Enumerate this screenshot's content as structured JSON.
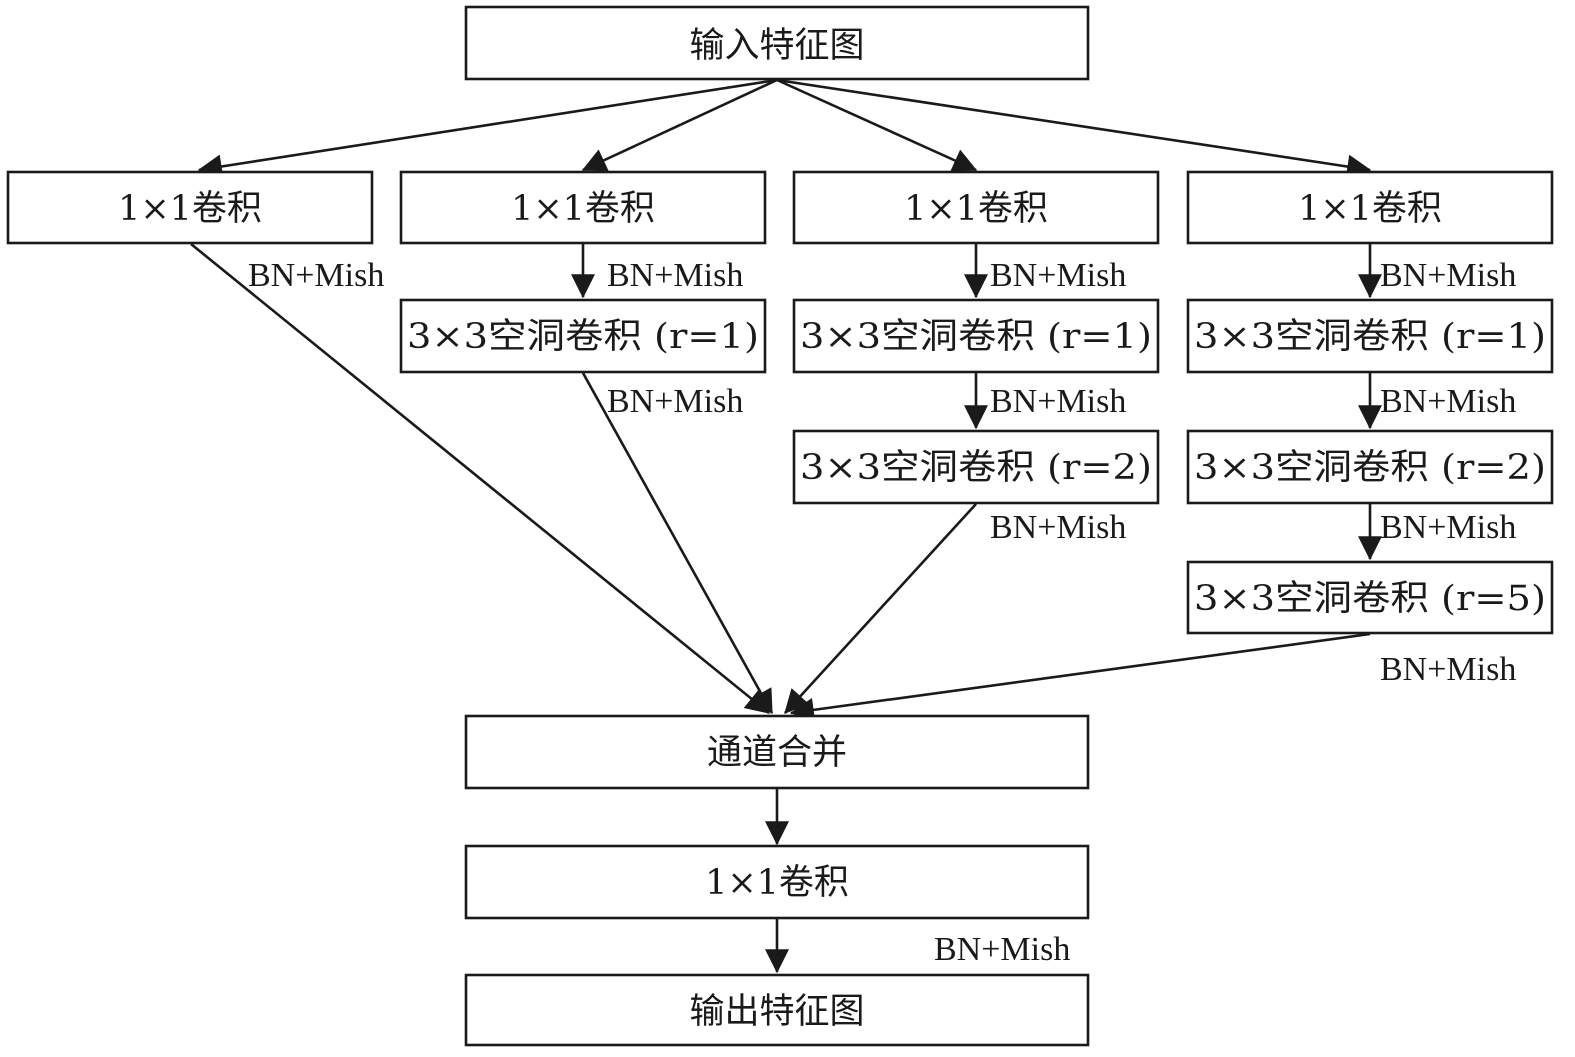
{
  "nodes": {
    "input": "输入特征图",
    "b1_conv": "1×1卷积",
    "b2_conv": "1×1卷积",
    "b3_conv": "1×1卷积",
    "b4_conv": "1×1卷积",
    "b2_d1": "3×3空洞卷积 (r=1)",
    "b3_d1": "3×3空洞卷积 (r=1)",
    "b4_d1": "3×3空洞卷积 (r=1)",
    "b3_d2": "3×3空洞卷积 (r=2)",
    "b4_d2": "3×3空洞卷积 (r=2)",
    "b4_d5": "3×3空洞卷积 (r=5)",
    "concat": "通道合并",
    "final_conv": "1×1卷积",
    "output": "输出特征图"
  },
  "edge_label": "BN+Mish"
}
